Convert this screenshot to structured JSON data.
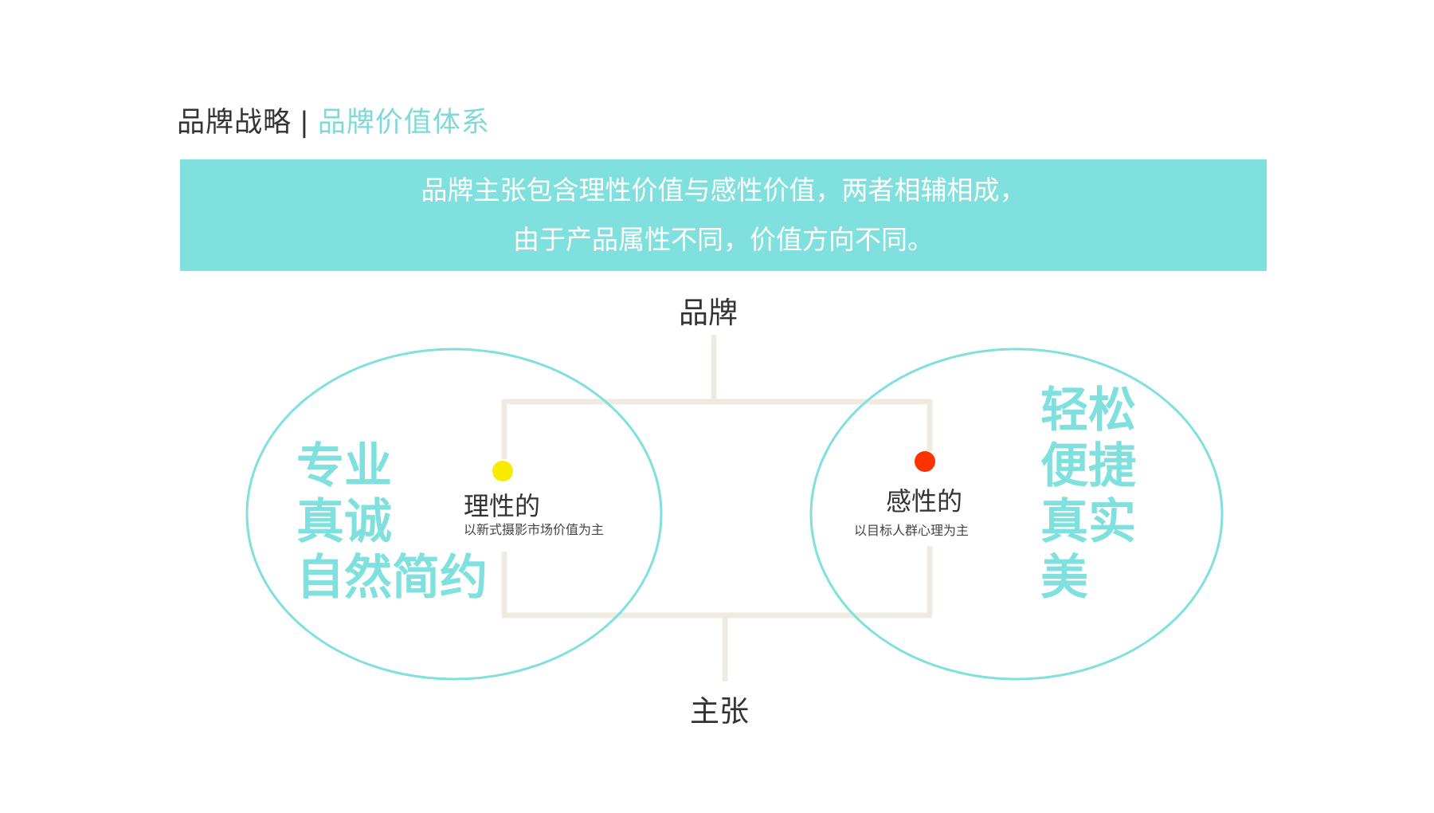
{
  "header": {
    "title": "品牌战略",
    "separator": "|",
    "subtitle": "品牌价值体系"
  },
  "banner": {
    "line1": "品牌主张包含理性价值与感性价值，两者相辅相成，",
    "line2": "由于产品属性不同，价值方向不同。"
  },
  "diagram": {
    "top_label": "品牌",
    "bottom_label": "主张",
    "left_node": {
      "title": "理性的",
      "description": "以新式摄影市场价值为主",
      "dot_color": "#f7ec00"
    },
    "right_node": {
      "title": "感性的",
      "description": "以目标人群心理为主",
      "dot_color": "#ff3300"
    },
    "left_values": [
      "专业",
      "真诚",
      "自然简约"
    ],
    "right_values": [
      "轻松",
      "便捷",
      "真实",
      "美"
    ]
  },
  "colors": {
    "accent": "#80e0dd",
    "connector": "#efebe0",
    "text": "#333333"
  }
}
